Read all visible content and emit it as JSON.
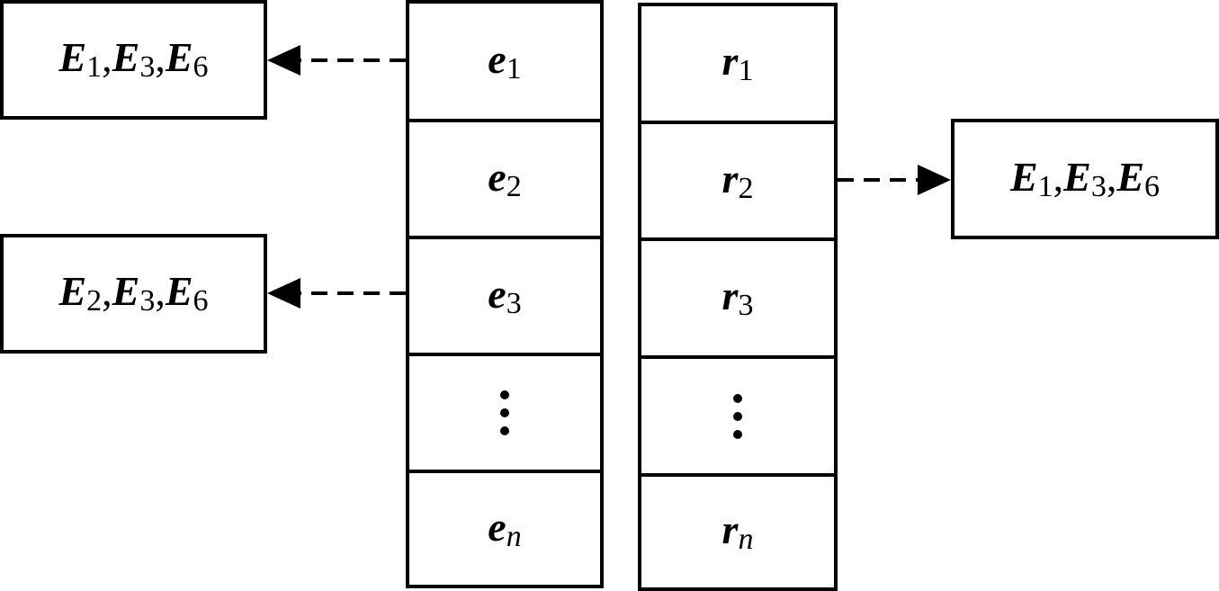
{
  "entity_column": {
    "rows": [
      {
        "var": "e",
        "sub": "1",
        "sub_italic": false
      },
      {
        "var": "e",
        "sub": "2",
        "sub_italic": false
      },
      {
        "var": "e",
        "sub": "3",
        "sub_italic": false
      },
      {
        "ellipsis": true
      },
      {
        "var": "e",
        "sub": "n",
        "sub_italic": true
      }
    ]
  },
  "relation_column": {
    "rows": [
      {
        "var": "r",
        "sub": "1",
        "sub_italic": false
      },
      {
        "var": "r",
        "sub": "2",
        "sub_italic": false
      },
      {
        "var": "r",
        "sub": "3",
        "sub_italic": false
      },
      {
        "ellipsis": true
      },
      {
        "var": "r",
        "sub": "n",
        "sub_italic": true
      }
    ]
  },
  "target_boxes": {
    "left_top": {
      "terms": [
        {
          "var": "E",
          "sub": "1"
        },
        {
          "var": "E",
          "sub": "3"
        },
        {
          "var": "E",
          "sub": "6"
        }
      ],
      "separator": ","
    },
    "left_bottom": {
      "terms": [
        {
          "var": "E",
          "sub": "2"
        },
        {
          "var": "E",
          "sub": "3"
        },
        {
          "var": "E",
          "sub": "6"
        }
      ],
      "separator": ","
    },
    "right": {
      "terms": [
        {
          "var": "E",
          "sub": "1"
        },
        {
          "var": "E",
          "sub": "3"
        },
        {
          "var": "E",
          "sub": "6"
        }
      ],
      "separator": ","
    }
  }
}
